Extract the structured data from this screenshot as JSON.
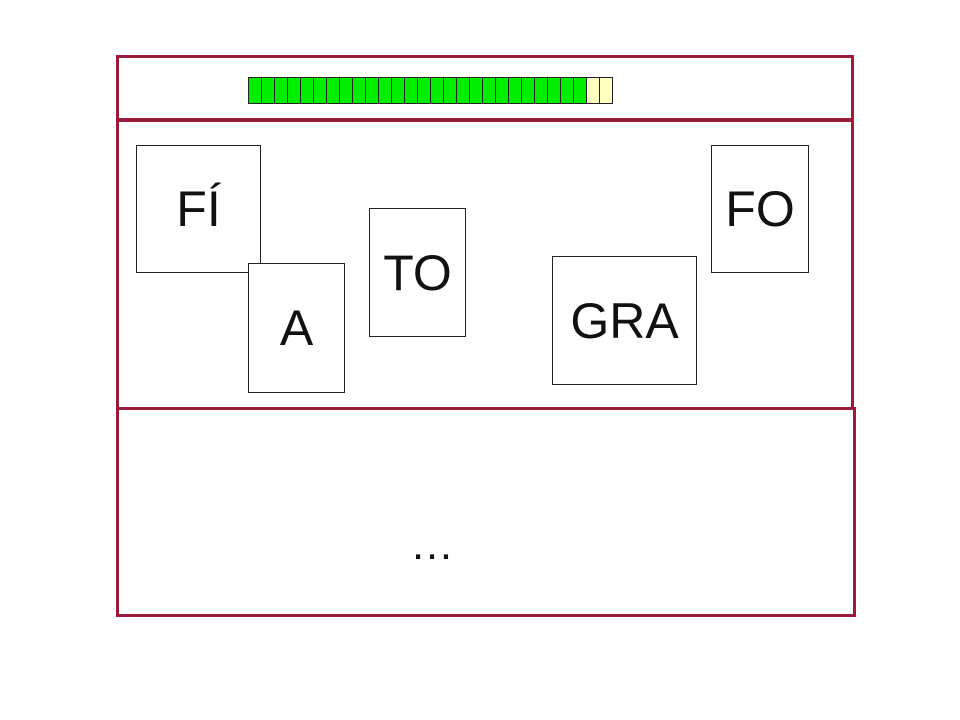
{
  "colors": {
    "frame": "#9b1b3a",
    "progress_done": "#00ee00",
    "progress_pending": "#ffffc0"
  },
  "progress": {
    "total": 28,
    "completed": 26
  },
  "tiles": [
    {
      "id": "fi",
      "label": "FÍ"
    },
    {
      "id": "a",
      "label": "A"
    },
    {
      "id": "to",
      "label": "TO"
    },
    {
      "id": "gra",
      "label": "GRA"
    },
    {
      "id": "fo",
      "label": "FO"
    }
  ],
  "answer": {
    "text": "…"
  }
}
